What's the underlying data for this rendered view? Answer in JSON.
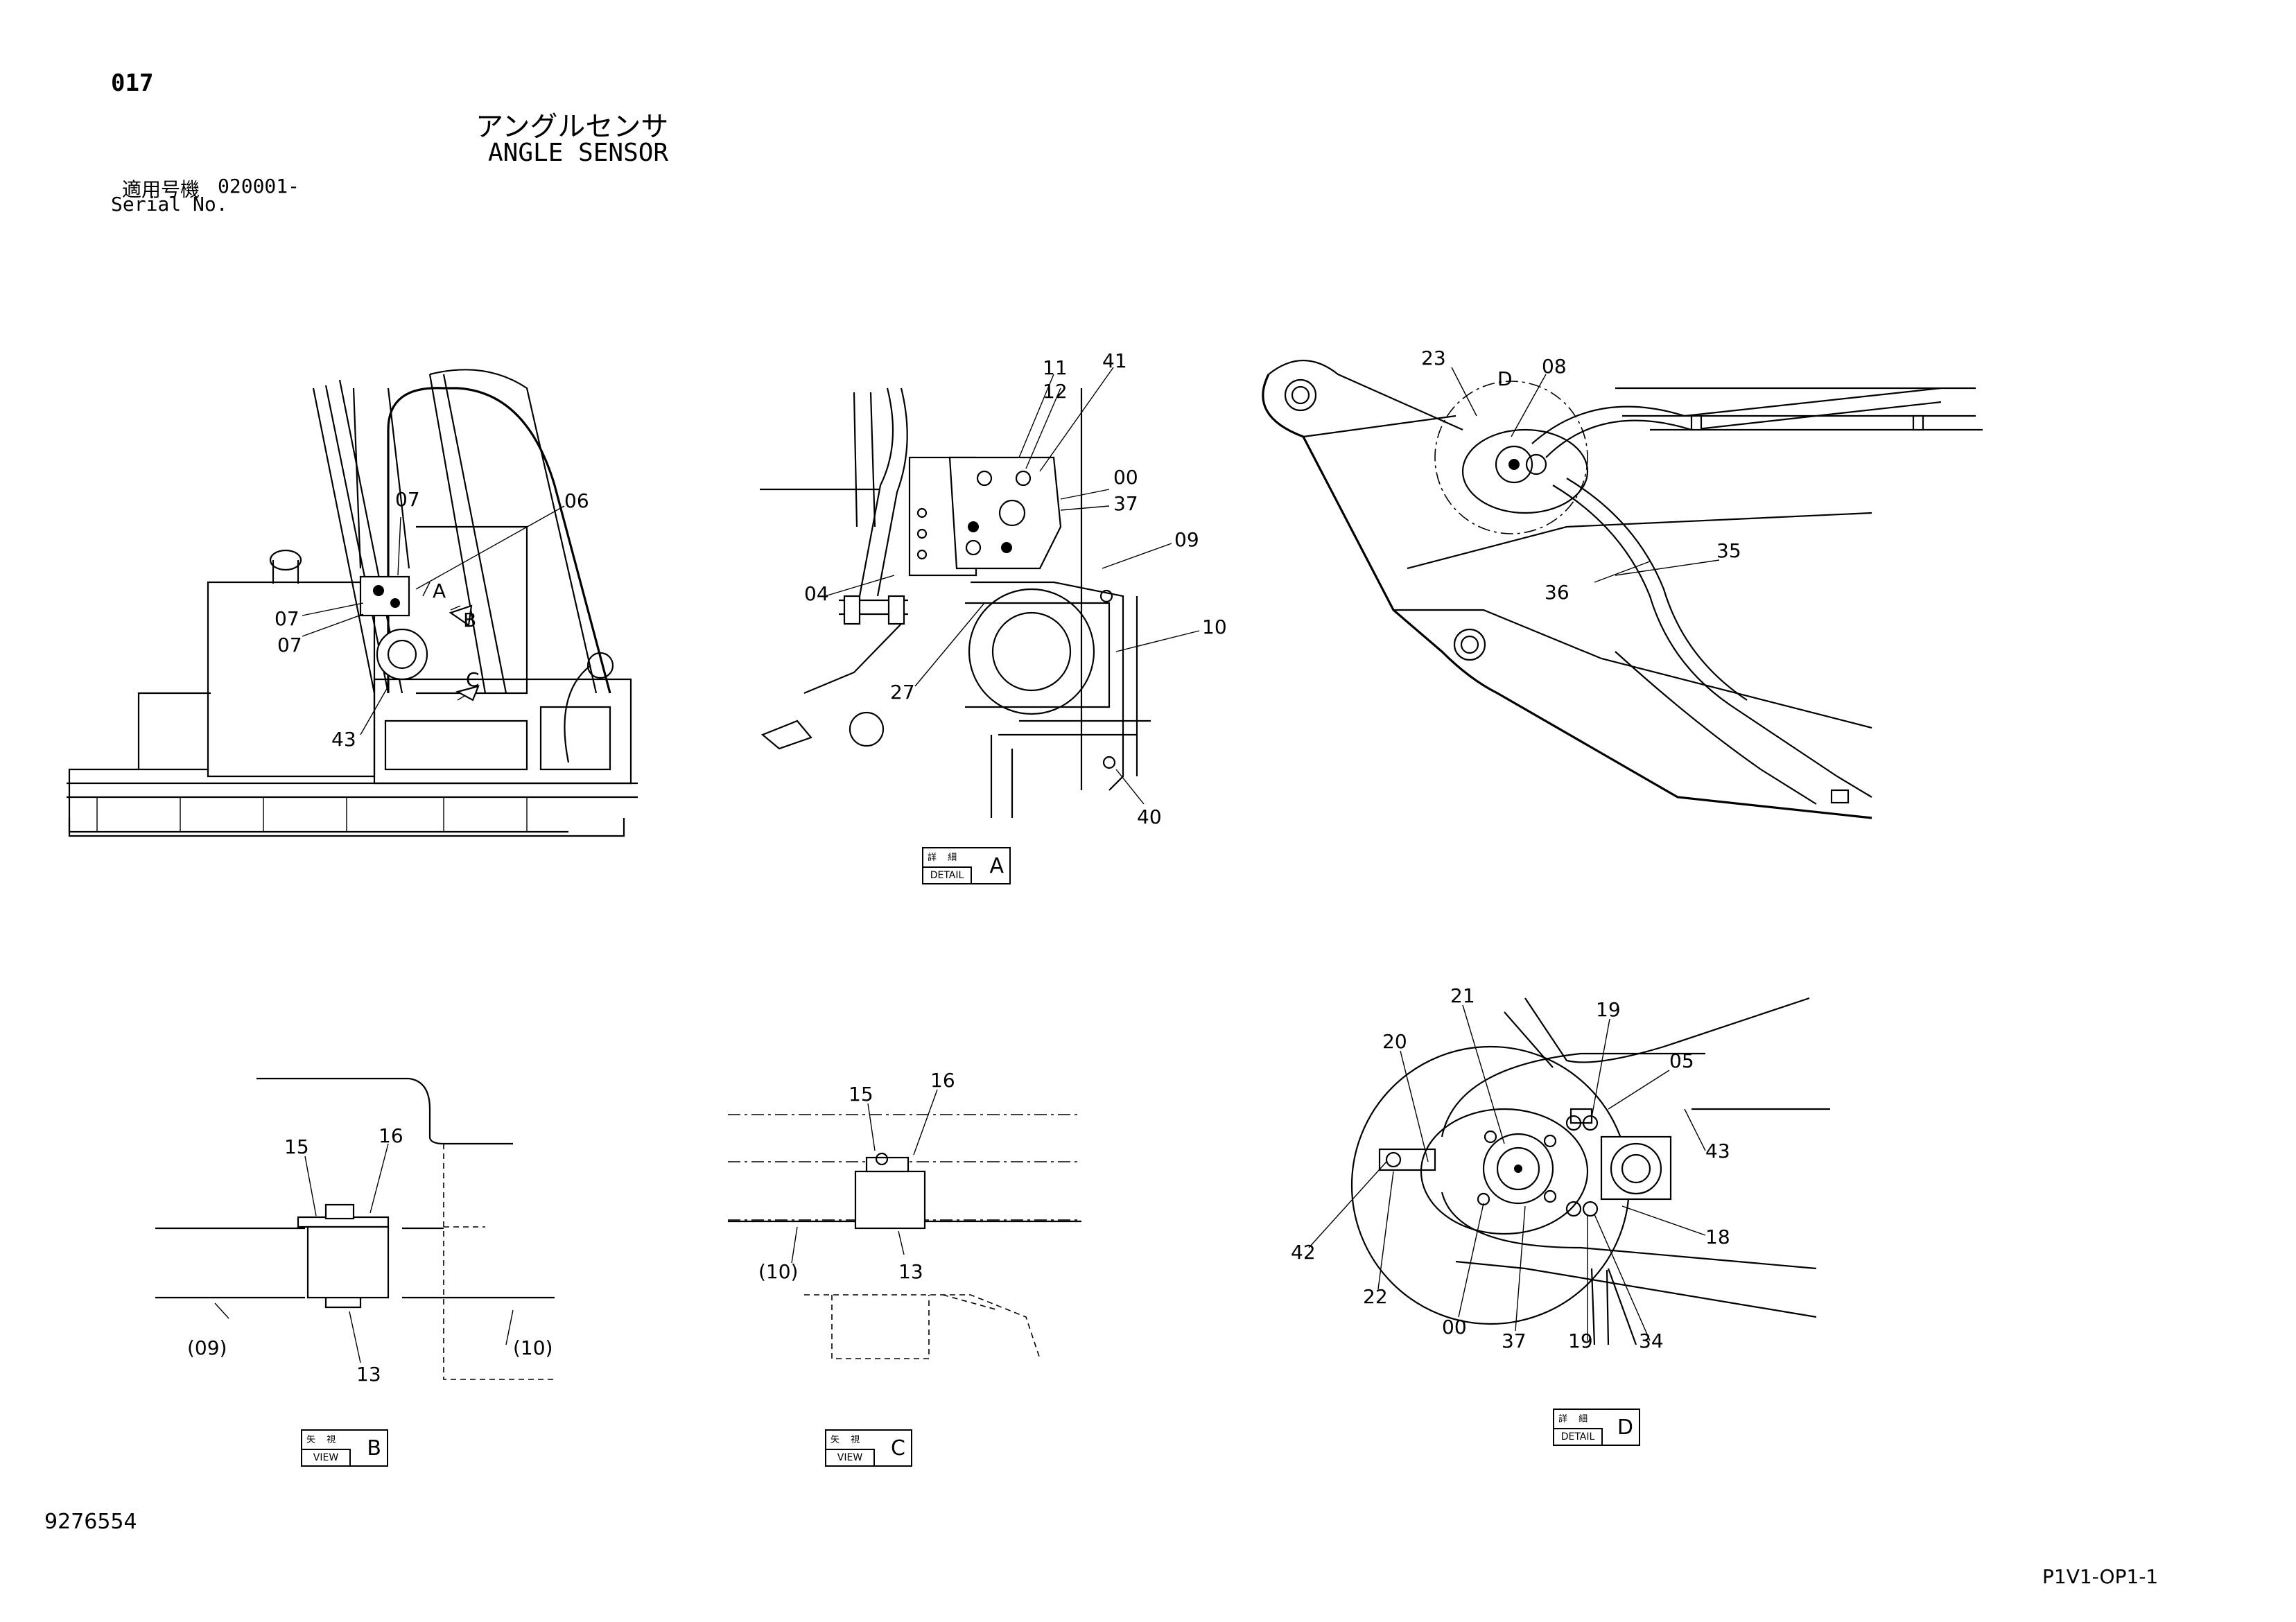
{
  "header": {
    "page_number": "017",
    "title_jp": "アングルセンサ",
    "title_en": "ANGLE SENSOR",
    "serial_label_jp": "適用号機",
    "serial_value": "020001-",
    "serial_label_en": "Serial No."
  },
  "footer": {
    "part_number": "9276554",
    "drawing_code": "P1V1-OP1-1"
  },
  "view_labels": {
    "detail_a": {
      "jp": "詳 細",
      "en": "DETAIL",
      "letter": "A"
    },
    "view_b": {
      "jp": "矢 視",
      "en": "VIEW",
      "letter": "B"
    },
    "view_c": {
      "jp": "矢 視",
      "en": "VIEW",
      "letter": "C"
    },
    "detail_d": {
      "jp": "詳 細",
      "en": "DETAIL",
      "letter": "D"
    }
  },
  "callouts": {
    "overview": [
      "07",
      "06",
      "07",
      "07",
      "A",
      "B",
      "C",
      "43"
    ],
    "detail_a": [
      "11",
      "12",
      "41",
      "00",
      "37",
      "09",
      "04",
      "10",
      "27",
      "40"
    ],
    "boom": [
      "23",
      "D",
      "08",
      "35",
      "36"
    ],
    "view_b": [
      "15",
      "16",
      "(09)",
      "13",
      "(10)"
    ],
    "view_c": [
      "15",
      "16",
      "(10)",
      "13"
    ],
    "detail_d": [
      "21",
      "19",
      "20",
      "05",
      "43",
      "18",
      "42",
      "22",
      "00",
      "37",
      "19",
      "34"
    ]
  }
}
